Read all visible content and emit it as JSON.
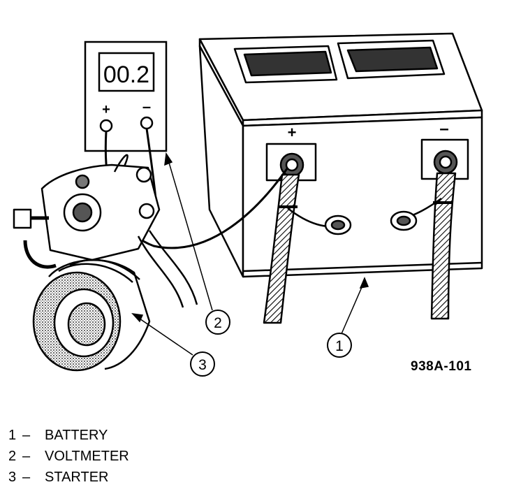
{
  "voltmeter": {
    "reading": "00.2",
    "plus_sign": "+",
    "minus_sign": "–"
  },
  "battery": {
    "plus_sign": "+",
    "minus_sign": "–"
  },
  "callouts": [
    "1",
    "2",
    "3"
  ],
  "figure_id": "938A-101",
  "legend": [
    {
      "number": "1",
      "dash": "–",
      "label": "BATTERY"
    },
    {
      "number": "2",
      "dash": "–",
      "label": "VOLTMETER"
    },
    {
      "number": "3",
      "dash": "–",
      "label": "STARTER"
    }
  ],
  "colors": {
    "ink": "#000000",
    "paper": "#ffffff",
    "shade": "#b8b8b8"
  }
}
